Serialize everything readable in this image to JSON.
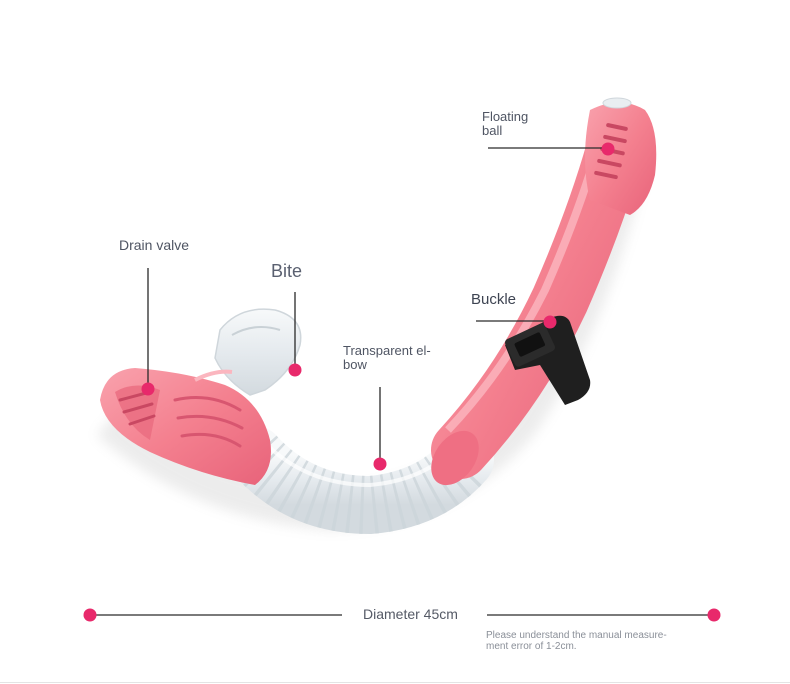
{
  "labels": {
    "floating_ball": "Floating\nball",
    "drain_valve": "Drain valve",
    "bite": "Bite",
    "buckle": "Buckle",
    "transparent_elbow": "Transparent el-\nbow",
    "diameter": "Diameter 45cm",
    "note": "Please understand the manual measure-\nment error of 1-2cm."
  },
  "colors": {
    "accent": "#e8296b",
    "tube_pink": "#f47f8e",
    "tube_pink_dark": "#e9566f",
    "clear_plastic": "#e7ecef",
    "buckle_black": "#1f1f1f",
    "leader_line": "#2a2a2a"
  }
}
